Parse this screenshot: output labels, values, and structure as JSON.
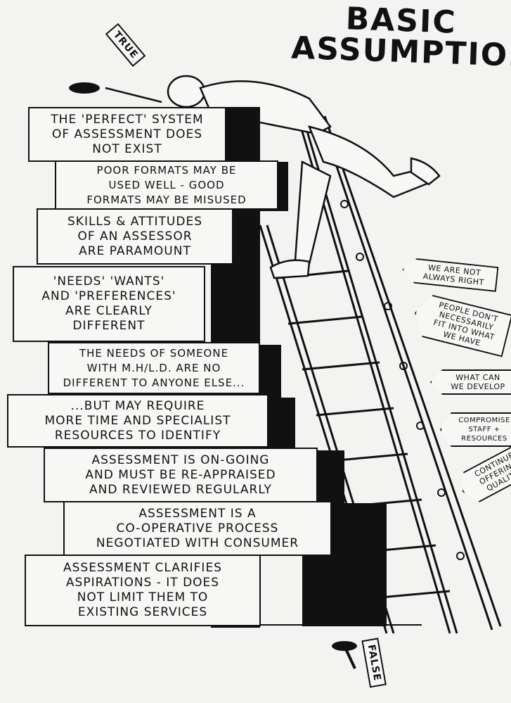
{
  "title": [
    "BASIC",
    "ASSUMPTIONS"
  ],
  "steps": [
    [
      "THE 'PERFECT' SYSTEM",
      "OF ASSESSMENT DOES",
      "NOT EXIST"
    ],
    [
      "POOR FORMATS MAY BE",
      "USED WELL - GOOD",
      "FORMATS MAY BE MISUSED"
    ],
    [
      "SKILLS & ATTITUDES",
      "OF AN ASSESSOR",
      "ARE PARAMOUNT"
    ],
    [
      "'NEEDS' 'WANTS'",
      "AND 'PREFERENCES'",
      "ARE CLEARLY",
      "DIFFERENT"
    ],
    [
      "THE NEEDS OF SOMEONE",
      "WITH M.H/L.D. ARE NO",
      "DIFFERENT TO ANYONE ELSE..."
    ],
    [
      "...BUT MAY REQUIRE",
      "MORE TIME AND SPECIALIST",
      "RESOURCES TO IDENTIFY"
    ],
    [
      "ASSESSMENT IS ON-GOING",
      "AND MUST BE RE-APPRAISED",
      "AND REVIEWED REGULARLY"
    ],
    [
      "ASSESSMENT IS A",
      "CO-OPERATIVE PROCESS",
      "NEGOTIATED WITH CONSUMER"
    ],
    [
      "ASSESSMENT CLARIFIES",
      "ASPIRATIONS - IT DOES",
      "NOT LIMIT THEM TO",
      "EXISTING SERVICES"
    ]
  ],
  "tags": [
    [
      "WE ARE NOT",
      "ALWAYS RIGHT"
    ],
    [
      "PEOPLE DON'T",
      "NECESSARILY",
      "FIT INTO WHAT",
      "WE HAVE"
    ],
    [
      "WHAT CAN",
      "WE DEVELOP"
    ],
    [
      "COMPROMISE",
      "STAFF +",
      "RESOURCES"
    ],
    [
      "CONTINUE",
      "OFFERING",
      "QUALITY"
    ]
  ],
  "signs": {
    "true": "TRUE",
    "false": "FALSE"
  }
}
